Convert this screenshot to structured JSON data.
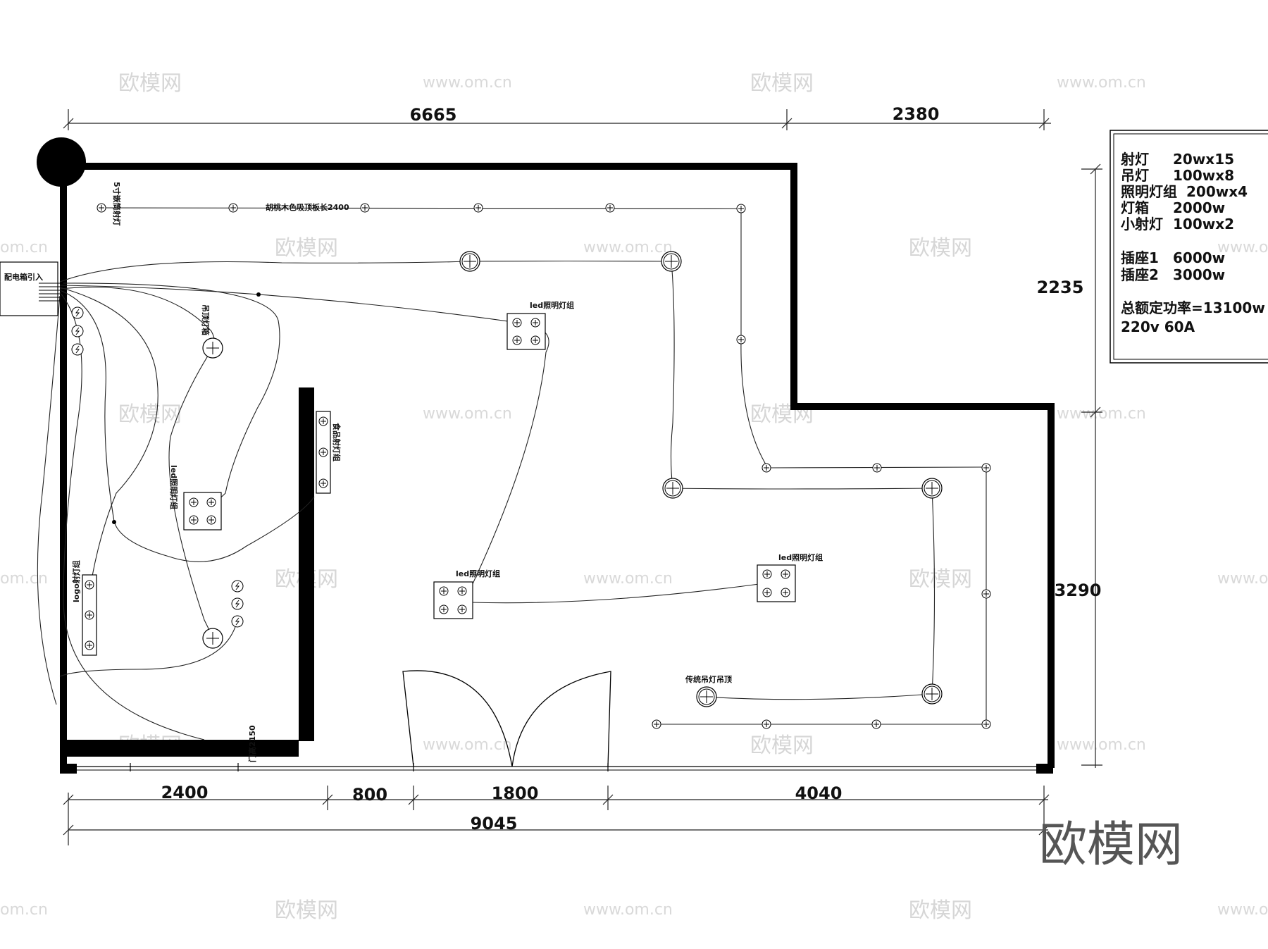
{
  "dimensions": {
    "top_left": "6665",
    "top_right": "2380",
    "right_upper": "2235",
    "right_lower": "3290",
    "bottom_1": "2400",
    "bottom_2": "800",
    "bottom_3": "1800",
    "bottom_4": "4040",
    "bottom_total": "9045"
  },
  "labels": {
    "led_group_1": "led照明灯组",
    "led_group_2": "led照明灯组",
    "led_group_3": "led照明灯组",
    "led_group_v": "led照明灯组",
    "logo_lights": "logo射灯组",
    "food_lights": "食品射灯组",
    "pendant_top": "吊顶灯箱",
    "pendant_bottom": "传统吊灯吊顶",
    "spot_5": "5寸嵌筒射灯",
    "ceiling_strip": "胡桃木色吸顶板长2400",
    "door_height": "门高2150",
    "panel": "配电箱引入"
  },
  "legend": {
    "rows": [
      {
        "name": "射灯",
        "value": "20wx15"
      },
      {
        "name": "吊灯",
        "value": "100wx8"
      },
      {
        "name": "照明灯组",
        "value": "200wx4"
      },
      {
        "name": "灯箱",
        "value": "2000w"
      },
      {
        "name": "小射灯",
        "value": "100wx2"
      },
      {
        "name": "插座1",
        "value": "6000w"
      },
      {
        "name": "插座2",
        "value": "3000w"
      }
    ],
    "total": "总额定功率=13100w",
    "supply": "220v  60A"
  },
  "watermarks": {
    "cn": "欧模网",
    "url": "www.om.cn",
    "edge": "om.cn"
  },
  "brand": "欧模网",
  "colors": {
    "ink": "#000000",
    "watermark": "#d6d6d6"
  }
}
